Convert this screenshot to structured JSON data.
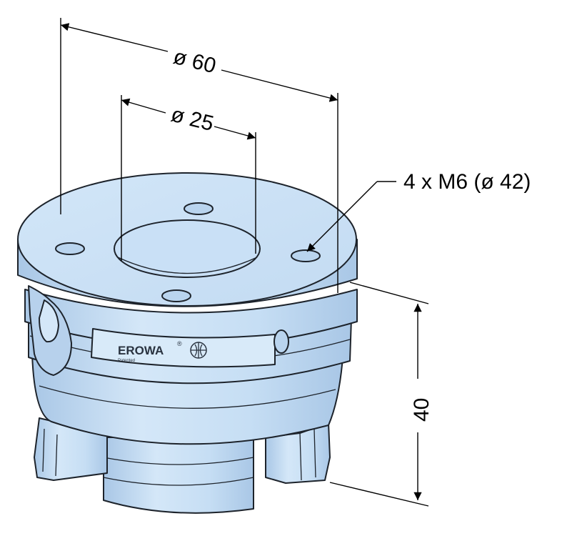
{
  "drawing": {
    "dimensions": {
      "outer_diameter": "ø 60",
      "bore_diameter": "ø 25",
      "holes": "4 x M6 (ø 42)",
      "height": "40"
    },
    "part_marking": {
      "brand": "EROWA",
      "registered_mark": "®",
      "sub_text": "Patented"
    },
    "colors": {
      "body": "#c6def4",
      "body_light": "#dcecfa",
      "body_dark": "#a9c7e6",
      "outline": "#1d232b",
      "dimension_lines": "#000000"
    }
  }
}
